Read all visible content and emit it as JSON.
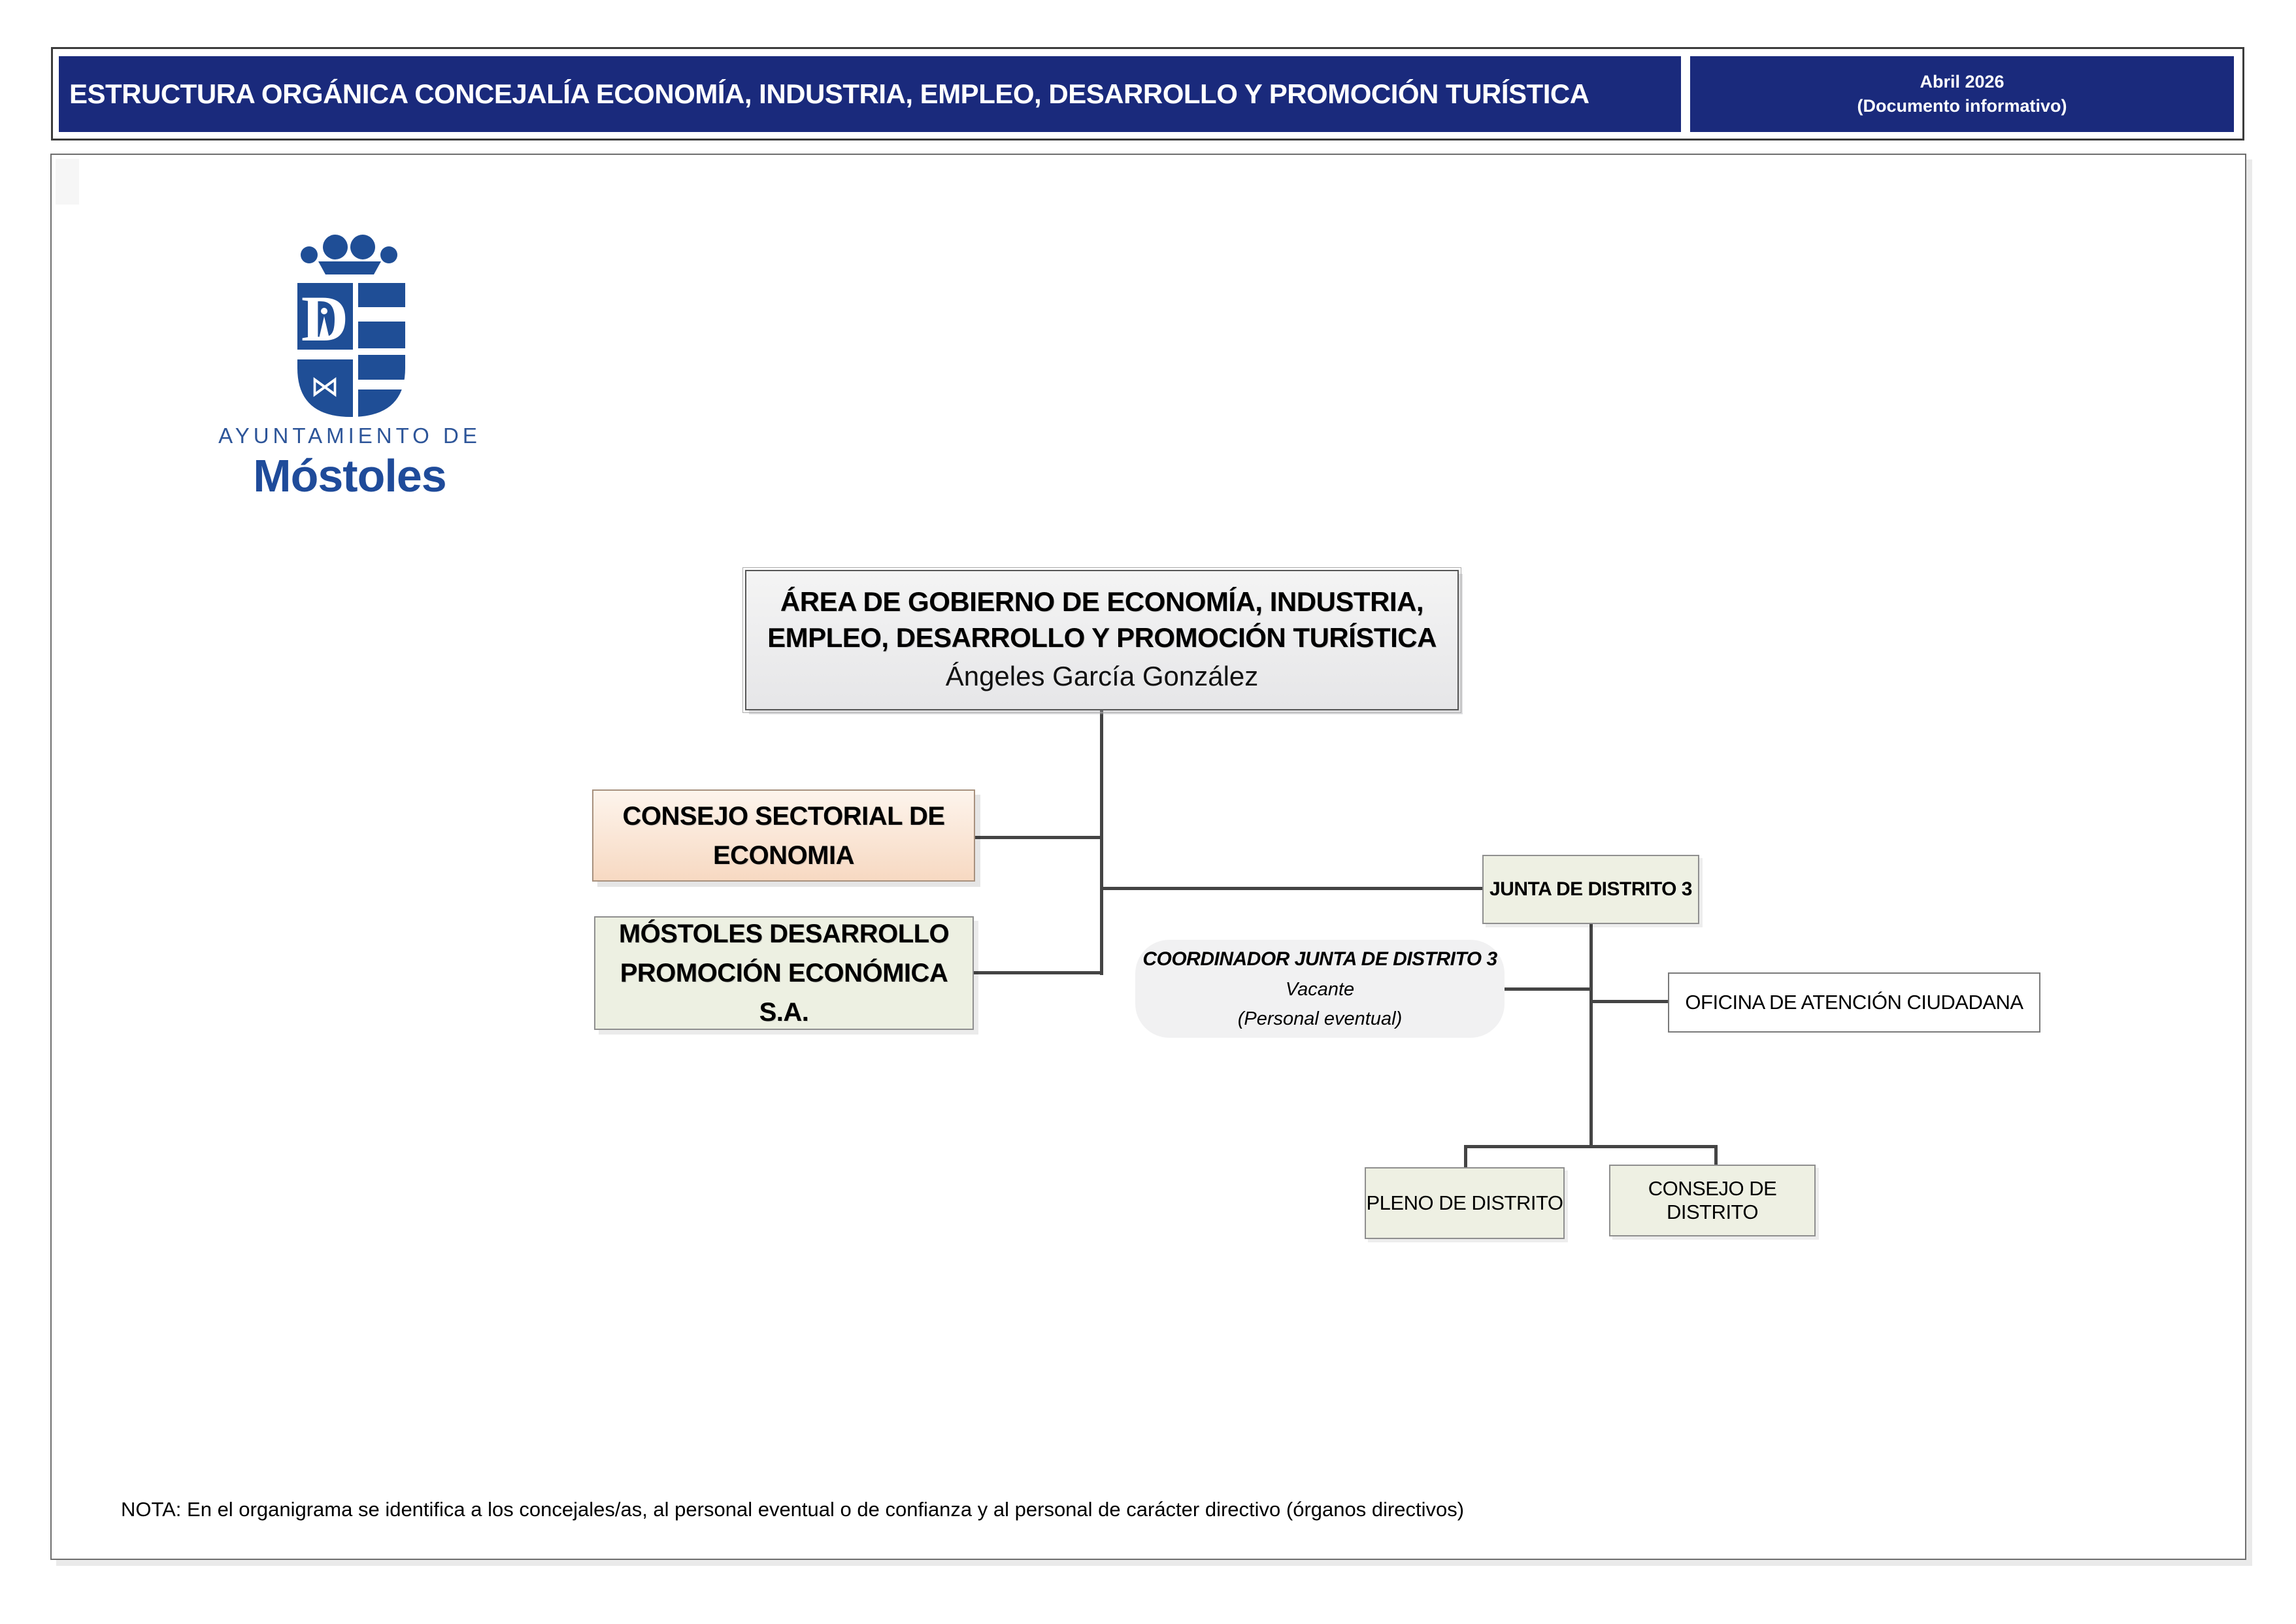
{
  "header": {
    "title": "ESTRUCTURA ORGÁNICA CONCEJALÍA ECONOMÍA, INDUSTRIA, EMPLEO, DESARROLLO Y PROMOCIÓN TURÍSTICA",
    "date_line1": "Abril 2026",
    "date_line2": "(Documento informativo)",
    "bar_color": "#1a2a7c"
  },
  "logo": {
    "org_name_top": "AYUNTAMIENTO DE",
    "org_name_main": "Móstoles",
    "blue": "#1f4e96"
  },
  "chart": {
    "root": {
      "title_line1": "ÁREA DE GOBIERNO DE ECONOMÍA, INDUSTRIA,",
      "title_line2": "EMPLEO, DESARROLLO Y PROMOCIÓN TURÍSTICA",
      "person": "Ángeles García González"
    },
    "consejo_sectorial": {
      "line1": "CONSEJO SECTORIAL DE",
      "line2": "ECONOMIA"
    },
    "mostoles_desarrollo": {
      "line1": "MÓSTOLES DESARROLLO",
      "line2": "PROMOCIÓN ECONÓMICA S.A."
    },
    "junta_distrito": {
      "label": "JUNTA DE DISTRITO 3"
    },
    "coordinador": {
      "title": "COORDINADOR JUNTA DE DISTRITO 3",
      "status": "Vacante",
      "type": "(Personal eventual)"
    },
    "oficina": {
      "label": "OFICINA DE ATENCIÓN CIUDADANA"
    },
    "pleno": {
      "label": "PLENO DE DISTRITO"
    },
    "consejo_distrito": {
      "label": "CONSEJO DE DISTRITO"
    }
  },
  "footer": {
    "nota": "NOTA: En el organigrama se identifica a los concejales/as, al personal eventual o de confianza y al personal de carácter directivo (órganos directivos)"
  }
}
